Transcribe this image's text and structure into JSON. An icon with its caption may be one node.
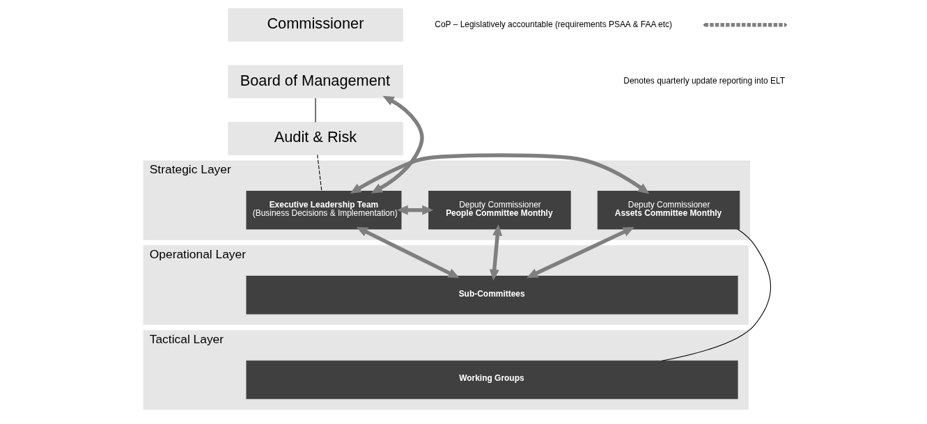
{
  "diagram": {
    "nodes": [
      {
        "text": [
          "Commissioner"
        ]
      },
      {
        "text": [
          "Board of Management"
        ]
      },
      {
        "text": [
          "Audit & Risk"
        ]
      },
      {
        "text": [
          "Strategic Layer"
        ]
      },
      {
        "text": [
          "Deputy Commissioner",
          "Assets Committee Monthly"
        ],
        "in": 3
      },
      {
        "text": [
          "Executive Leadership Team",
          "(Business Decisions & Implementation)"
        ],
        "in": 3
      },
      {
        "text": [
          "Deputy Commissioner",
          "People Committee Monthly"
        ],
        "in": 3
      },
      {
        "text": [
          "Operational Layer"
        ]
      },
      {
        "text": [
          "Sub-Committees"
        ],
        "in": 7
      },
      {
        "text": [
          "Tactical Layer"
        ]
      },
      {
        "text": [
          "Working Groups"
        ],
        "in": 9
      }
    ],
    "edges": [
      {
        "from": 1,
        "to": 2,
        "arrow": "none",
        "color": "#000000"
      },
      {
        "from": 2,
        "to": 5,
        "arrow": "none",
        "style": "dashed",
        "color": "#000000"
      },
      {
        "from": 1,
        "to": 5,
        "arrow": "both"
      },
      {
        "from": 4,
        "to": 5,
        "arrow": "both"
      },
      {
        "from": 5,
        "to": 6,
        "arrow": "both"
      },
      {
        "from": 4,
        "to": 8,
        "arrow": "both"
      },
      {
        "from": 5,
        "to": 8,
        "arrow": "both"
      },
      {
        "from": 6,
        "to": 8,
        "arrow": "both"
      },
      {
        "from": 4,
        "to": 10,
        "arrow": "none",
        "color": "#000000"
      }
    ],
    "labels": [
      "CoP – Legislatively accountable (requirements PSAA & FAA etc)"
    ],
    "legend": [
      {
        "text": "Denotes quarterly update reporting into ELT"
      }
    ]
  }
}
